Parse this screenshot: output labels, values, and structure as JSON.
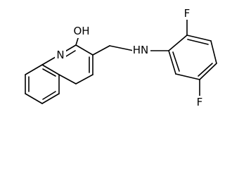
{
  "molecule": {
    "atom_labels": {
      "hydroxyl": "OH",
      "ring_nitrogen": "N",
      "amine": "HN",
      "fluorine_top": "F",
      "fluorine_bottom": "F"
    }
  },
  "colors": {
    "bond": "#000000",
    "background": "#ffffff",
    "label": "#000000"
  }
}
